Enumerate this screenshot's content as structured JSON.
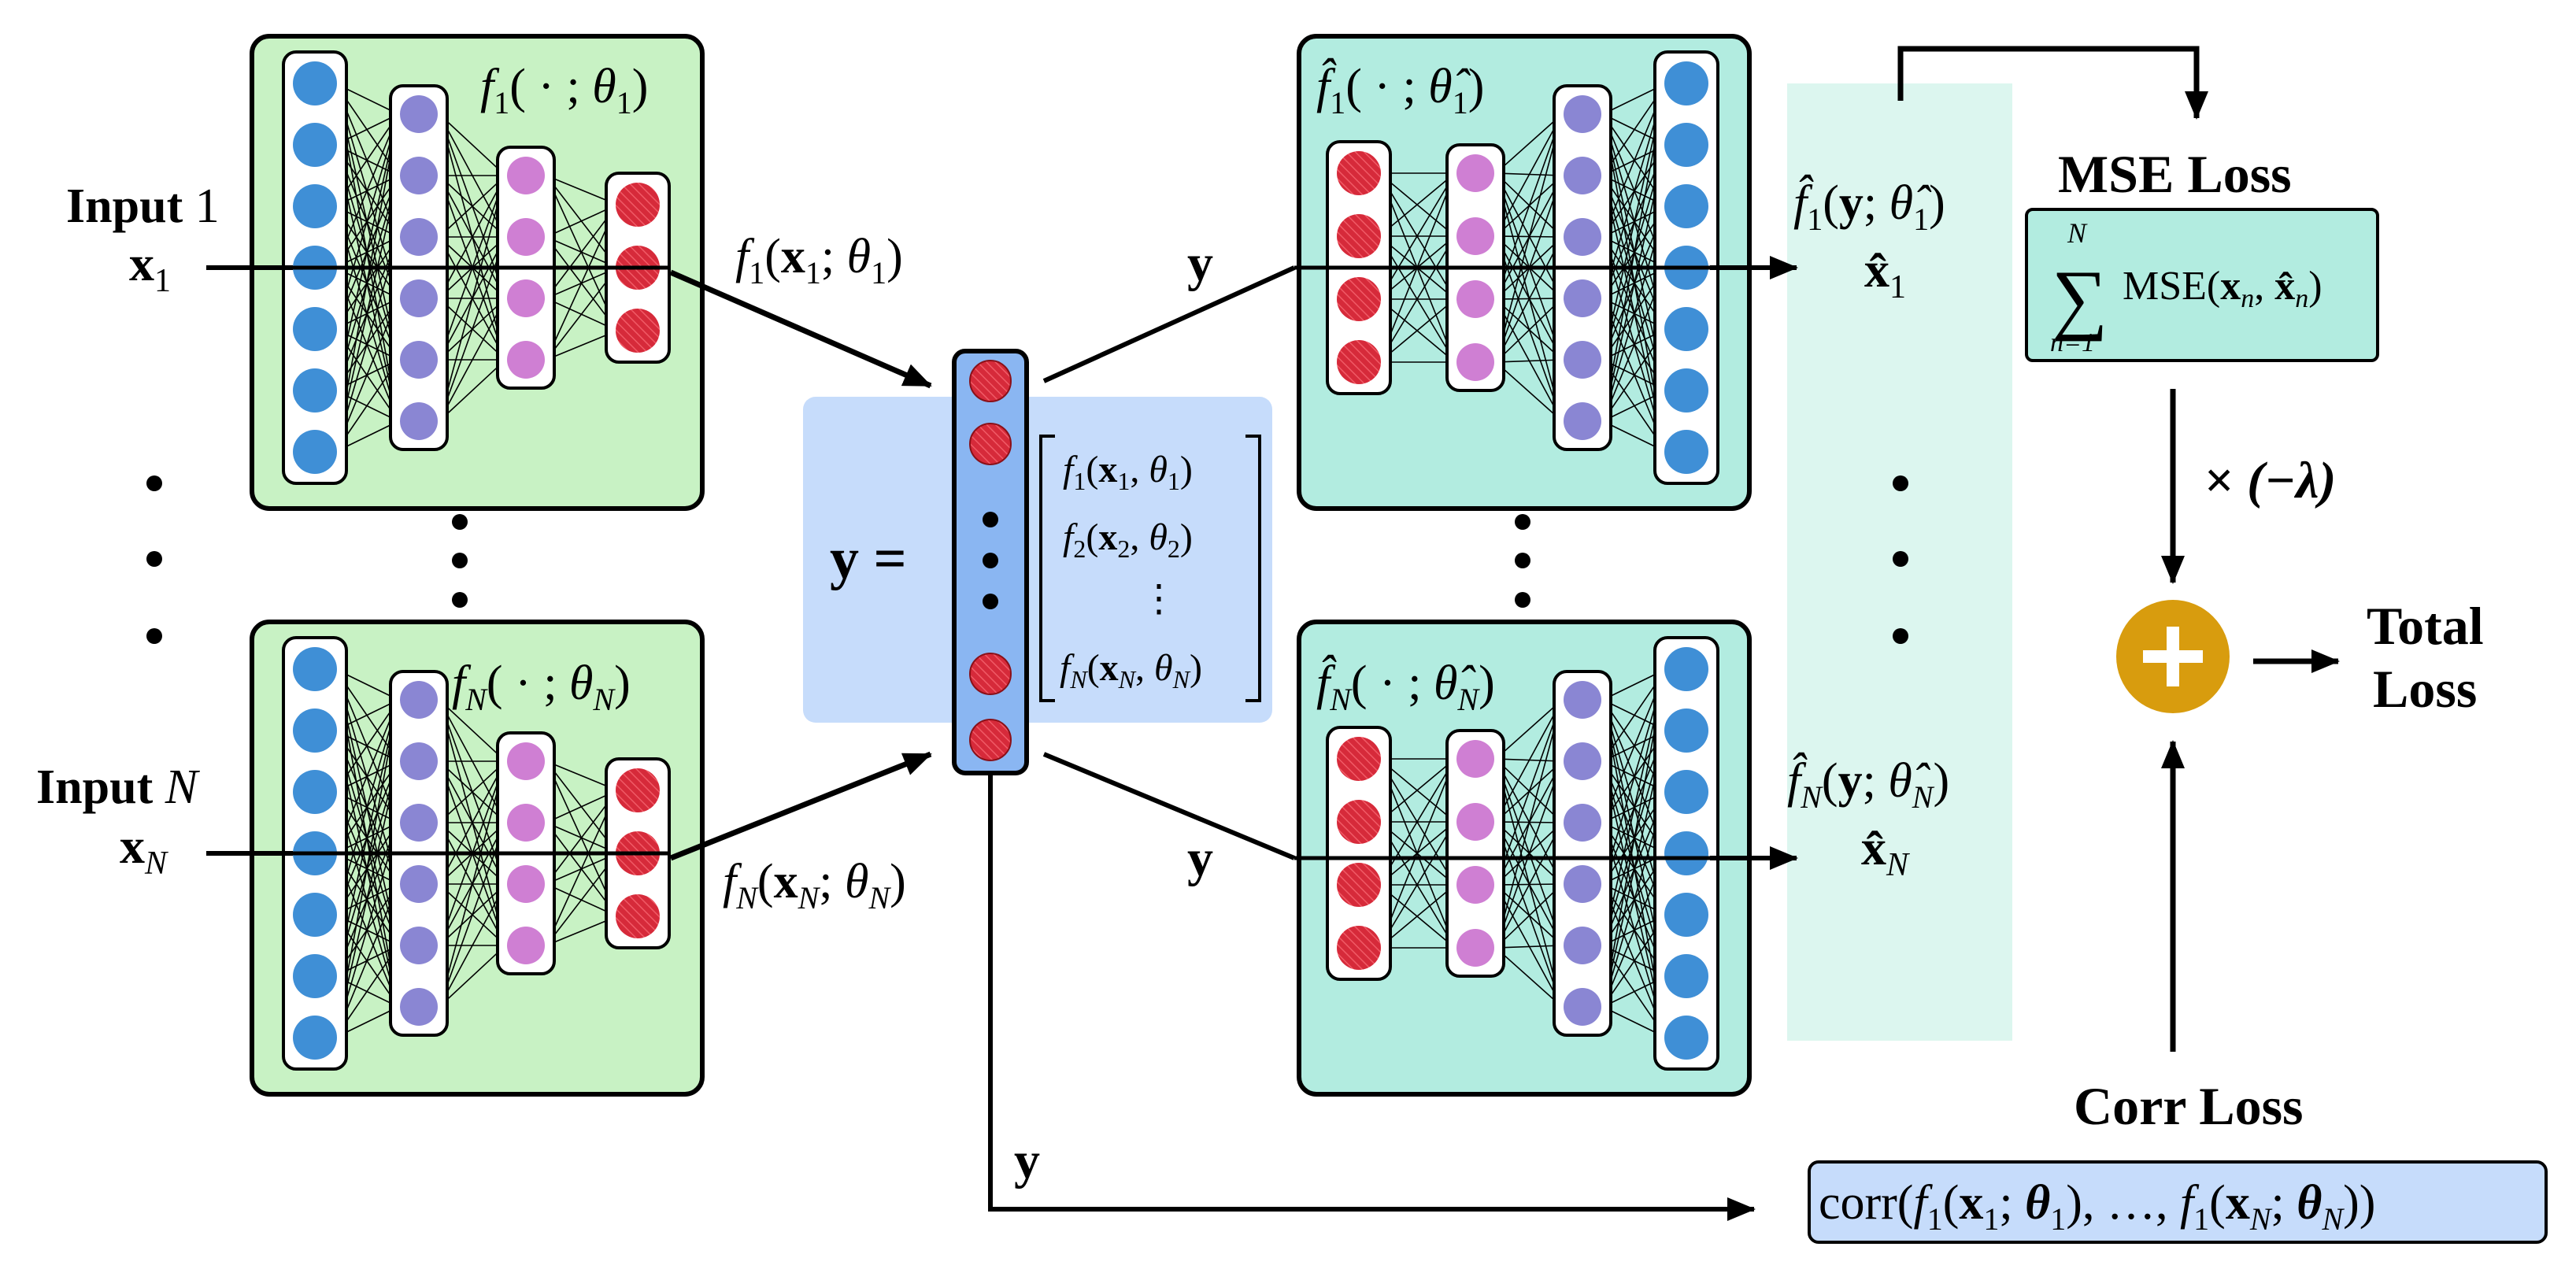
{
  "colors": {
    "encoder_bg": "#c8f2c4",
    "decoder_bg": "#b2ece0",
    "latent_panel": "#c6dcfb",
    "latent_column": "#8ab6f2",
    "recon_panel": "#dcf6ef",
    "mse_box": "#b2ece0",
    "corr_box": "#c6dcfb",
    "node_blue": "#3f8fd6",
    "node_purple": "#8a86d3",
    "node_pink": "#cf7fd3",
    "node_red": "#d62a3a",
    "plus_circle": "#d89c0e"
  },
  "inputs": {
    "input1": {
      "label": "Input",
      "index": "1",
      "var": "x",
      "sub": "1"
    },
    "inputN": {
      "label": "Input",
      "index": "N",
      "var": "x",
      "sub": "N"
    }
  },
  "encoders": {
    "enc1": {
      "f": "f",
      "sub": "1",
      "args": "( · ; ",
      "theta": "θ",
      "close": ")"
    },
    "encN": {
      "f": "f",
      "sub": "N",
      "args": "( · ; ",
      "theta": "θ",
      "close": ")"
    }
  },
  "decoders": {
    "dec1": {
      "f": "f̂",
      "sub": "1",
      "args": "( · ; ",
      "theta": "θ̂",
      "close": ")"
    },
    "decN": {
      "f": "f̂",
      "sub": "N",
      "args": "( · ; ",
      "theta": "θ̂",
      "close": ")"
    }
  },
  "encoder_outputs": {
    "out1": {
      "f": "f",
      "sub": "1",
      "x": "x",
      "theta": "θ"
    },
    "outN": {
      "f": "f",
      "sub": "N",
      "x": "x",
      "theta": "θ"
    }
  },
  "latent": {
    "y_eq": "y =",
    "vector_rows": [
      {
        "f": "f",
        "sub": "1",
        "x": "x",
        "theta": "θ"
      },
      {
        "f": "f",
        "sub": "2",
        "x": "x",
        "theta": "θ"
      },
      {
        "f": "f",
        "sub": "N",
        "x": "x",
        "theta": "θ"
      }
    ],
    "vdots": "⋮"
  },
  "y_labels": {
    "top": "y",
    "bottom": "y",
    "corr": "y"
  },
  "reconstructions": {
    "rec1": {
      "f": "f̂",
      "sub": "1",
      "y": "y",
      "theta": "θ̂",
      "xhat": "x̂"
    },
    "recN": {
      "f": "f̂",
      "sub": "N",
      "y": "y",
      "theta": "θ̂",
      "xhat": "x̂"
    }
  },
  "mse": {
    "title": "MSE Loss",
    "sum_top": "N",
    "sum_bottom": "n=1",
    "sigma": "∑",
    "expr_prefix": "MSE(",
    "x": "x",
    "sub_n": "n",
    "sep": ", ",
    "xhat": "x̂",
    "close": ")"
  },
  "scale": {
    "times": "×",
    "expr": "(−λ)"
  },
  "total": {
    "line1": "Total",
    "line2": "Loss",
    "plus": "+"
  },
  "corr": {
    "title": "Corr Loss",
    "prefix": "corr(",
    "f": "f",
    "sub1": "1",
    "x": "x",
    "theta": "θ",
    "ellipsis": ", …, ",
    "subN": "N",
    "close": ")"
  }
}
